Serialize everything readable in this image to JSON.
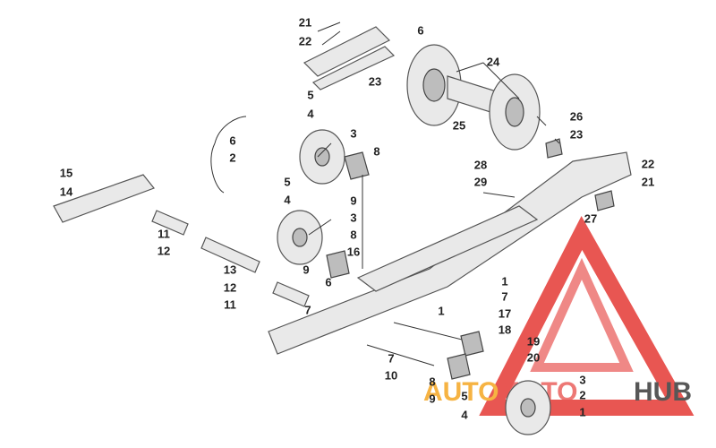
{
  "callouts": [
    "21",
    "22",
    "6",
    "24",
    "23",
    "5",
    "4",
    "3",
    "8",
    "6",
    "2",
    "25",
    "26",
    "23",
    "22",
    "21",
    "15",
    "14",
    "28",
    "29",
    "9",
    "5",
    "4",
    "3",
    "8",
    "27",
    "11",
    "12",
    "16",
    "9",
    "13",
    "12",
    "11",
    "6",
    "7",
    "1",
    "7",
    "1",
    "17",
    "18",
    "19",
    "20",
    "7",
    "10",
    "8",
    "9",
    "5",
    "4",
    "3",
    "2",
    "1"
  ],
  "watermark": {
    "part1": "AUTO",
    "part2": "MOTO",
    "part3": "HUB",
    "color_orange": "#f5a623",
    "color_red": "#e53935",
    "color_dark": "#3a3a3a"
  }
}
